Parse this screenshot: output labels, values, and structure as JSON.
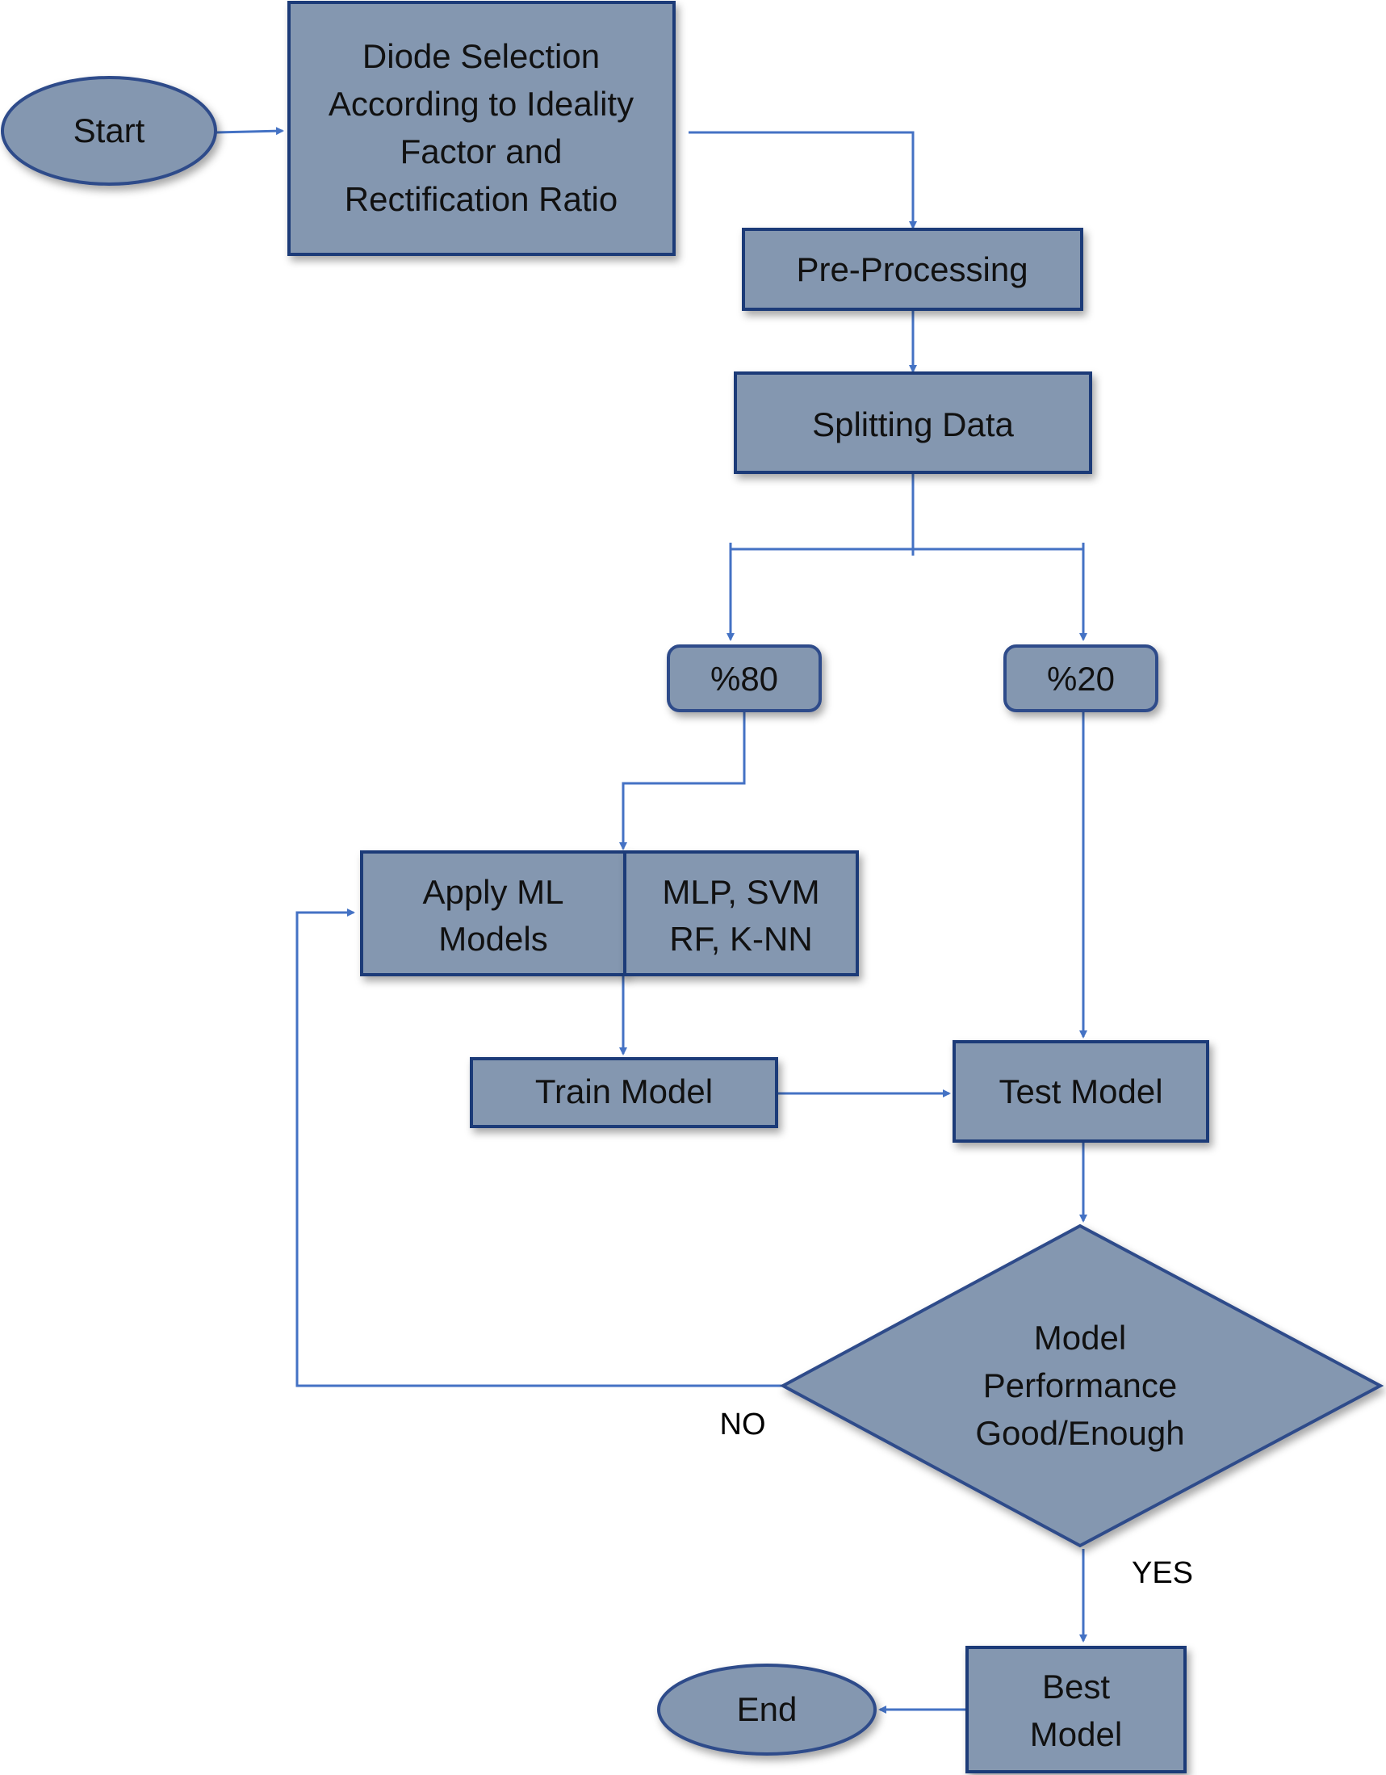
{
  "nodes": {
    "start": "Start",
    "diode_selection": [
      "Diode Selection",
      "According to Ideality",
      "Factor and",
      "Rectification Ratio"
    ],
    "pre_processing": "Pre-Processing",
    "splitting_data": "Splitting Data",
    "split_train": "%80",
    "split_test": "%20",
    "apply_ml": [
      "Apply ML",
      "Models"
    ],
    "ml_models": [
      "MLP, SVM",
      "RF, K-NN"
    ],
    "train_model": "Train Model",
    "test_model": "Test Model",
    "decision": [
      "Model",
      "Performance",
      "Good/Enough"
    ],
    "best_model": [
      "Best",
      "Model"
    ],
    "end": "End"
  },
  "branches": {
    "no": "NO",
    "yes": "YES"
  },
  "colors": {
    "shape_fill": "#8497b0",
    "shape_border": "#1f3a78",
    "connector": "#4472c4"
  }
}
